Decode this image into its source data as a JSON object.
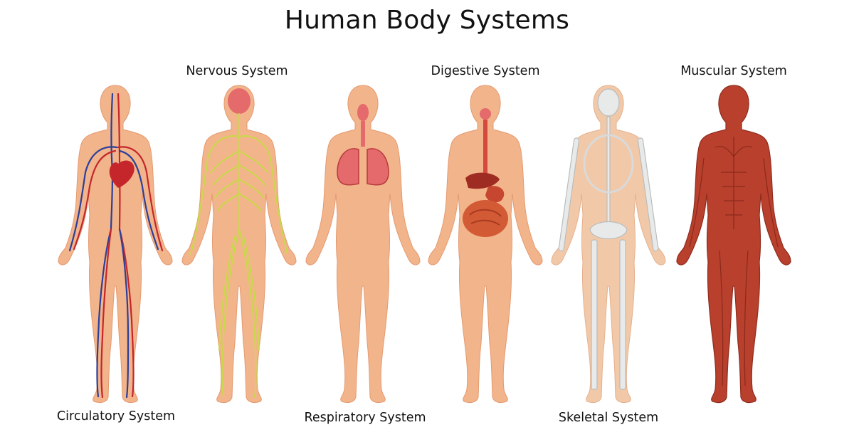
{
  "title": "Human Body Systems",
  "systems": [
    {
      "label": "Circulatory System",
      "icon": "circulatory-system-figure"
    },
    {
      "label": "Nervous System",
      "icon": "nervous-system-figure"
    },
    {
      "label": "Respiratory System",
      "icon": "respiratory-system-figure"
    },
    {
      "label": "Digestive System",
      "icon": "digestive-system-figure"
    },
    {
      "label": "Skeletal System",
      "icon": "skeletal-system-figure"
    },
    {
      "label": "Muscular System",
      "icon": "muscular-system-figure"
    }
  ],
  "colors": {
    "skin": "#f2b48b",
    "skin_outline": "#e49a70",
    "artery": "#c4262b",
    "vein": "#2c3f99",
    "nerve": "#c9d94a",
    "lung": "#e46a6c",
    "organ": "#c7462f",
    "bone": "#e8eaea",
    "muscle": "#b8402d"
  }
}
